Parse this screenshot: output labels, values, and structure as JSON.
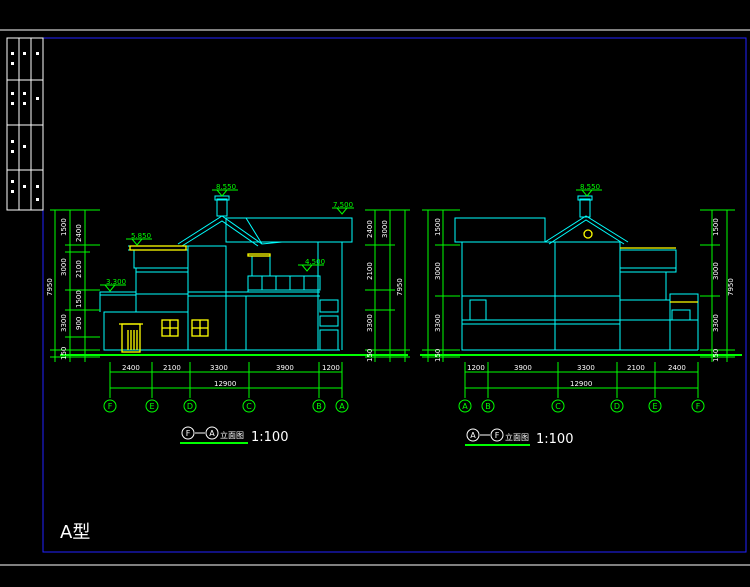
{
  "colors": {
    "background": "#000000",
    "frame": "#1a1aff",
    "white": "#ffffff",
    "building": "#00ffff",
    "dimension": "#00ff00",
    "yellow": "#ffff00",
    "level_mark": "#00ff00"
  },
  "left_elevation": {
    "levels": [
      "8.550",
      "7.500",
      "5.850",
      "4.500",
      "3.300"
    ],
    "vertical_dims_left": [
      "1500",
      "2400",
      "3000",
      "2100",
      "1500",
      "3300",
      "900",
      "150"
    ],
    "vertical_dims_right": [
      "2400",
      "3000",
      "2100",
      "3300",
      "150"
    ],
    "total_height": "7950",
    "horizontal_dims": [
      "2400",
      "2100",
      "3300",
      "3900",
      "1200"
    ],
    "total_width": "12900",
    "axes": [
      "F",
      "E",
      "D",
      "C",
      "B",
      "A"
    ],
    "title_axes": [
      "F",
      "A"
    ],
    "title_text": "立面图",
    "scale": "1:100"
  },
  "right_elevation": {
    "levels": [
      "8.550"
    ],
    "vertical_dims_left": [
      "1500",
      "3000",
      "3300",
      "150"
    ],
    "vertical_dims_right": [
      "1500",
      "3000",
      "3300",
      "150"
    ],
    "total_height": "7950",
    "horizontal_dims": [
      "1200",
      "3900",
      "3300",
      "2100",
      "2400"
    ],
    "total_width": "12900",
    "axes": [
      "A",
      "B",
      "C",
      "D",
      "E",
      "F"
    ],
    "title_axes": [
      "A",
      "F"
    ],
    "title_text": "立面图",
    "scale": "1:100"
  },
  "type_label": "A型"
}
